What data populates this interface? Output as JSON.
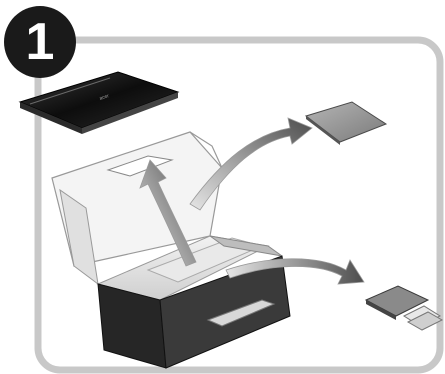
{
  "step": {
    "number": "1"
  },
  "colors": {
    "frame_border": "#c8c8c8",
    "badge_background": "#1a1a1a",
    "badge_text": "#ffffff",
    "laptop_lid": "#121212",
    "box_dark": "#2e2e2e",
    "box_light": "#d9d9d9",
    "arrow_gradient_start": "#dcdcdc",
    "arrow_gradient_end": "#5a5a5a"
  },
  "illustration": {
    "subject": "unpacking-laptop-box",
    "items": [
      "laptop",
      "open-shipping-box",
      "document-card",
      "accessory-packets"
    ]
  }
}
